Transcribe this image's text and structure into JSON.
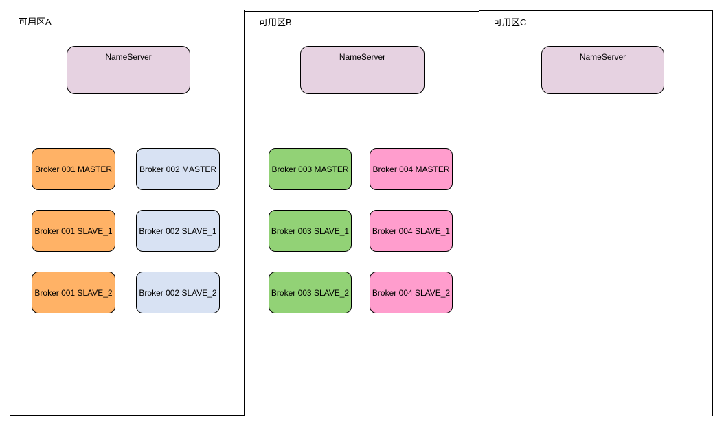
{
  "zones": [
    {
      "label": "可用区A",
      "nameserver": {
        "label": "NameServer",
        "fill": "#E6D2E1"
      },
      "brokers": [
        {
          "label": "Broker 001 MASTER",
          "fill": "#FFB266"
        },
        {
          "label": "Broker 002 MASTER",
          "fill": "#D8E2F3"
        },
        {
          "label": "Broker 001 SLAVE_1",
          "fill": "#FFB266"
        },
        {
          "label": "Broker 002 SLAVE_1",
          "fill": "#D8E2F3"
        },
        {
          "label": "Broker 001 SLAVE_2",
          "fill": "#FFB266"
        },
        {
          "label": "Broker 002 SLAVE_2",
          "fill": "#D8E2F3"
        }
      ]
    },
    {
      "label": "可用区B",
      "nameserver": {
        "label": "NameServer",
        "fill": "#E6D2E1"
      },
      "brokers": [
        {
          "label": "Broker 003 MASTER",
          "fill": "#92D276"
        },
        {
          "label": "Broker 004 MASTER",
          "fill": "#FF9DCD"
        },
        {
          "label": "Broker 003 SLAVE_1",
          "fill": "#92D276"
        },
        {
          "label": "Broker 004 SLAVE_1",
          "fill": "#FF9DCD"
        },
        {
          "label": "Broker 003 SLAVE_2",
          "fill": "#92D276"
        },
        {
          "label": "Broker 004 SLAVE_2",
          "fill": "#FF9DCD"
        }
      ]
    },
    {
      "label": "可用区C",
      "nameserver": {
        "label": "NameServer",
        "fill": "#E6D2E1"
      },
      "brokers": []
    }
  ],
  "colors": {
    "background": "#FFFFFF",
    "border": "#000000",
    "nameserver_fill": "#E6D2E1",
    "broker_001_fill": "#FFB266",
    "broker_002_fill": "#D8E2F3",
    "broker_003_fill": "#92D276",
    "broker_004_fill": "#FF9DCD"
  }
}
